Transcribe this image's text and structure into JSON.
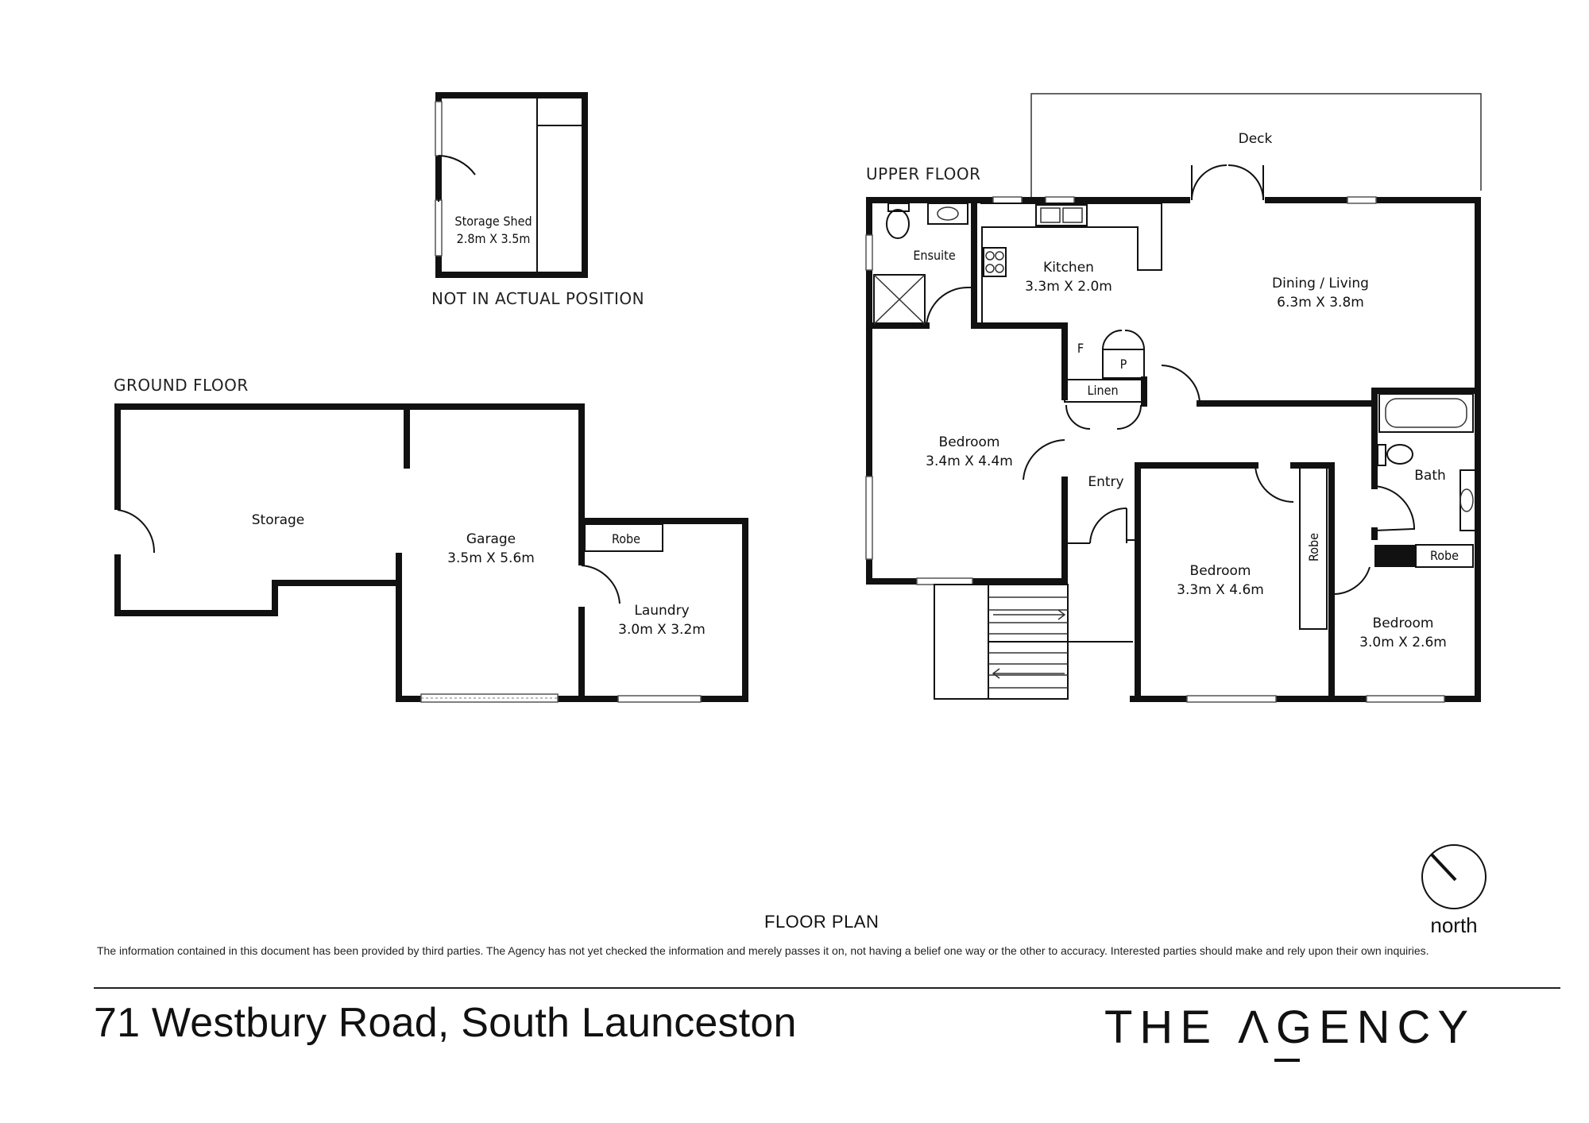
{
  "sections": {
    "upper_floor": "UPPER FLOOR",
    "ground_floor": "GROUND FLOOR",
    "not_in_position": "NOT IN ACTUAL POSITION"
  },
  "rooms": {
    "storage_shed": {
      "name": "Storage Shed",
      "size": "2.8m X 3.5m"
    },
    "storage": {
      "name": "Storage"
    },
    "garage": {
      "name": "Garage",
      "size": "3.5m X 5.6m"
    },
    "robe_laundry": {
      "name": "Robe"
    },
    "laundry": {
      "name": "Laundry",
      "size": "3.0m X 3.2m"
    },
    "deck": {
      "name": "Deck"
    },
    "ensuite": {
      "name": "Ensuite"
    },
    "kitchen": {
      "name": "Kitchen",
      "size": "3.3m X 2.0m"
    },
    "dining_living": {
      "name": "Dining / Living",
      "size": "6.3m X 3.8m"
    },
    "fridge": {
      "name": "F"
    },
    "pantry": {
      "name": "P"
    },
    "linen": {
      "name": "Linen"
    },
    "bedroom_main": {
      "name": "Bedroom",
      "size": "3.4m X 4.4m"
    },
    "entry": {
      "name": "Entry"
    },
    "bath": {
      "name": "Bath"
    },
    "bedroom_2": {
      "name": "Bedroom",
      "size": "3.3m X 4.6m"
    },
    "robe_bed2": {
      "name": "Robe"
    },
    "robe_bed3": {
      "name": "Robe"
    },
    "bedroom_3": {
      "name": "Bedroom",
      "size": "3.0m X 2.6m"
    }
  },
  "footer": {
    "plan_title": "FLOOR PLAN",
    "disclaimer": "The information contained in this document has been provided by third parties. The Agency has not yet checked the information and merely passes it on, not having a belief one way or the other to accuracy. Interested parties should make and rely upon their own inquiries.",
    "address": "71 Westbury Road, South Launceston",
    "brand": "THE ΛGENCY",
    "north_label": "north"
  },
  "icons": {
    "compass": "north-compass-icon"
  }
}
